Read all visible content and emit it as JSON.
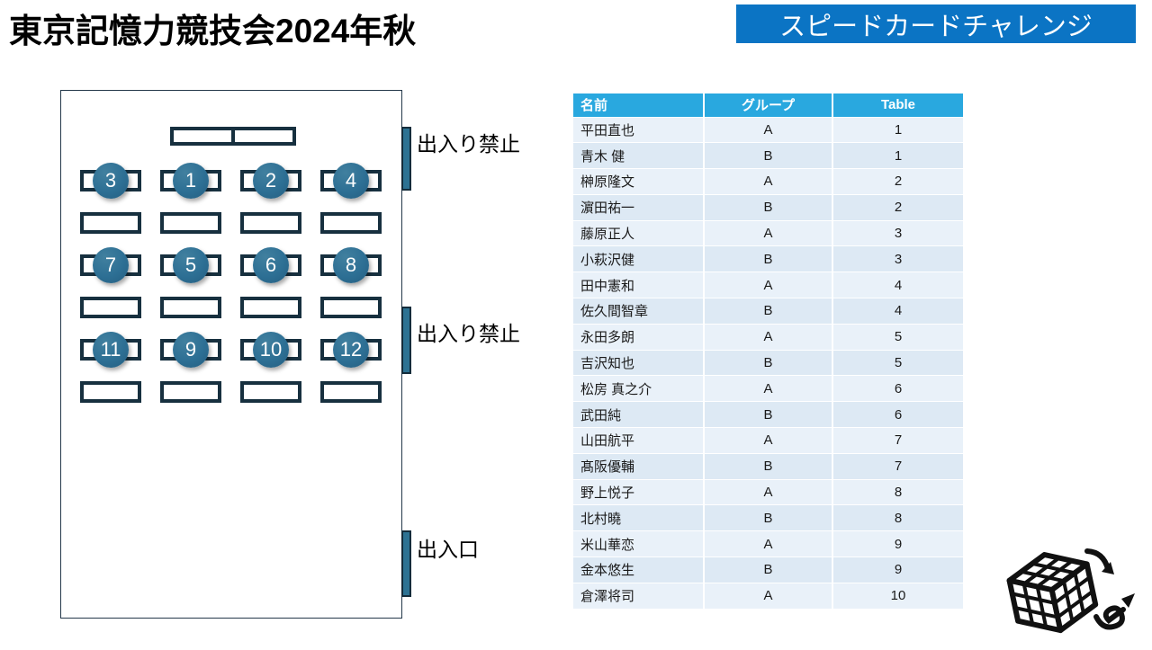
{
  "title": "東京記憶力競技会2024年秋",
  "badge": "スピードカードチャレンジ",
  "room": {
    "doors": [
      {
        "label": "出入り禁止"
      },
      {
        "label": "出入り禁止"
      },
      {
        "label": "出入口"
      }
    ],
    "desk_rows": [
      [
        "3",
        "1",
        "2",
        "4"
      ],
      [
        "",
        "",
        "",
        ""
      ],
      [
        "7",
        "5",
        "6",
        "8"
      ],
      [
        "",
        "",
        "",
        ""
      ],
      [
        "11",
        "9",
        "10",
        "12"
      ],
      [
        "",
        "",
        "",
        ""
      ]
    ]
  },
  "roster": {
    "headers": [
      "名前",
      "グループ",
      "Table"
    ],
    "rows": [
      [
        "平田直也",
        "A",
        "1"
      ],
      [
        "青木 健",
        "B",
        "1"
      ],
      [
        "榊原隆文",
        "A",
        "2"
      ],
      [
        "濵田祐一",
        "B",
        "2"
      ],
      [
        "藤原正人",
        "A",
        "3"
      ],
      [
        "小萩沢健",
        "B",
        "3"
      ],
      [
        "田中憲和",
        "A",
        "4"
      ],
      [
        "佐久間智章",
        "B",
        "4"
      ],
      [
        "永田多朗",
        "A",
        "5"
      ],
      [
        "吉沢知也",
        "B",
        "5"
      ],
      [
        "松房 真之介",
        "A",
        "6"
      ],
      [
        "武田純",
        "B",
        "6"
      ],
      [
        "山田航平",
        "A",
        "7"
      ],
      [
        "髙阪優輔",
        "B",
        "7"
      ],
      [
        "野上悦子",
        "A",
        "8"
      ],
      [
        "北村曉",
        "B",
        "8"
      ],
      [
        "米山華恋",
        "A",
        "9"
      ],
      [
        "金本悠生",
        "B",
        "9"
      ],
      [
        "倉澤将司",
        "A",
        "10"
      ]
    ]
  },
  "icons": {
    "cube": "rubiks-cube-icon"
  },
  "colors": {
    "badge_bg": "#0b74c4",
    "table_header_bg": "#29a8df",
    "row_odd": "#e9f1f9",
    "row_even": "#dde9f4",
    "shape_dark": "#17303f",
    "door_fill": "#2c7293",
    "circle_fill": "#2d6f94"
  }
}
